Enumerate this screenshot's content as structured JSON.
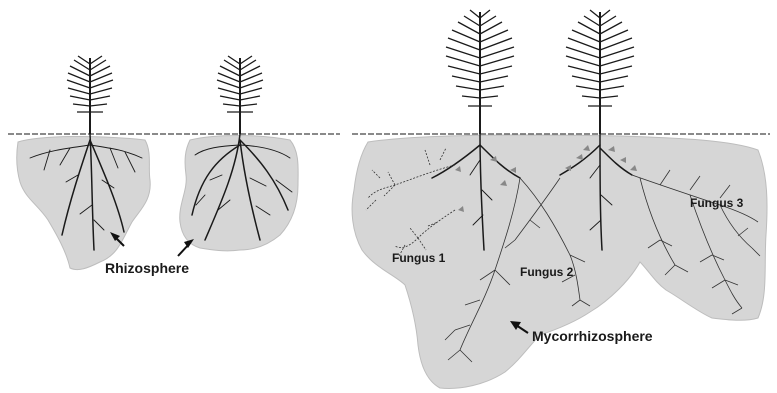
{
  "labels": {
    "rhizosphere": "Rhizosphere",
    "fungus_1": "Fungus 1",
    "fungus_2": "Fungus 2",
    "fungus_3": "Fungus 3",
    "mycorrhizosphere": "Mycorrhizosphere"
  },
  "colors": {
    "zone_fill": "#d6d6d6",
    "line": "#1a1a1a",
    "mycorrhiza": "#888888"
  }
}
